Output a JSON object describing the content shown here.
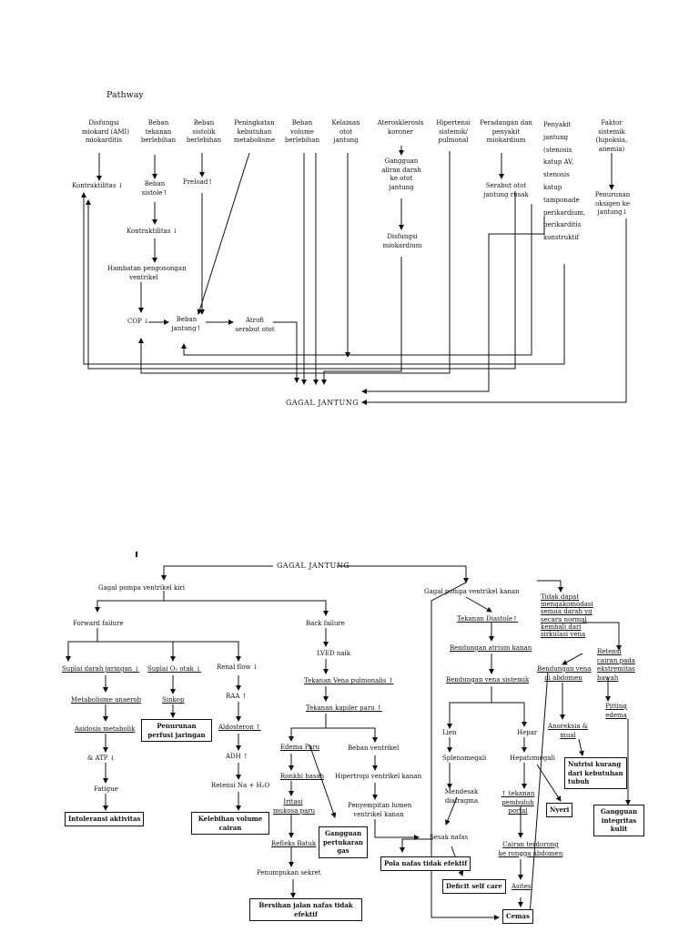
{
  "pathway": {
    "title": "Pathway",
    "causes": [
      "Disfungsi\nmiokard (AMI)\nmiokarditis",
      "Beban\ntekanan\nberlebihan",
      "Beban\nsistolik\nberlebihan",
      "Peningkatan\nkebutuhan\nmetabolisme",
      "Beban\nvolume\nberlebihan",
      "Kelainan\notot\njantung",
      "Aterosklerosis\nkoroner",
      "Hipertensi\nsistemik/\npulmonal",
      "Peradangan dan\npenyakit\nmiokardium",
      "Penyakit\njantung\n(stenosis\nkatup AV,\nstenosis\nkatup\ntamponade\nperikardium,\nperikarditis\nkonstruktif",
      "Faktor\nsistemik\n(hipoksia,\nanemia)"
    ],
    "kontraktilitas_1": "Kontraktilitas ↓",
    "beban_sistole": "Beban\nsistole↑",
    "kontraktilitas_2": "Kontraktilitas ↓",
    "hambatan": "Hambatan pengosongan\nventrikel",
    "preload": "Preload↑",
    "cop": "COP ↓",
    "beban_jantung": "Beban\njantung↑",
    "atrofi": "Atrofi\nserabut otot",
    "gangguan_aliran": "Gangguan\naliran darah\nke otot\njantung",
    "disfungsi_miokardium": "Disfungsi\nmiokardium",
    "serabut_otot": "Serabut otot\njantung rusak",
    "penurunan_oksigen": "Penurunan\noksigen ke\njantung↓",
    "gagal_jantung": "GAGAL JANTUNG"
  },
  "diagram2": {
    "gagal_jantung": "GAGAL JANTUNG",
    "left_failure": "Gagal pompa ventrikel kiri",
    "forward_failure": "Forward failure",
    "back_failure": "Back failure",
    "suplai_darah": "Suplai darah jaringan ↓",
    "metabolisme": "Metabolisme anaerob",
    "asidosis": "Asidosis metabolik",
    "atp": "& ATP ↓",
    "fatigue": "Fatigue",
    "intoleransi": "Intoleransi aktivitas",
    "suplai_o2": "Suplai O₂ otak ↓",
    "sinkop": "Sinkop",
    "penurunan_perfusi": "Penurunan\nperfusi jaringan",
    "renal_flow": "Renal flow ↓",
    "raa": "RAA ↑",
    "aldosteron": "Aldosteron ↑",
    "adh": "ADH ↑",
    "retensi": "Retensi Na + H₂O",
    "kelebihan_volume": "Kelebihan volume\ncairan",
    "lved": "LVED naik",
    "tekanan_vena": "Tekanan Vena pulmonalis ↑",
    "tekanan_kapiler": "Tekanan kapiler paru ↑",
    "edema_paru": "Edema Paru",
    "ronkhi": "Ronkhi basah",
    "iritasi": "Iritasi\nmukosa paru",
    "refleks_batuk": "Refleks Batuk",
    "penumpukan": "Penumpukan sekret",
    "bersihan": "Bersihan jalan nafas tidak\nefektif",
    "gangguan_pertukaran": "Gangguan\npertukaran\ngas",
    "beban_ventrikel": "Beban ventrikel",
    "hipertropi": "Hipertropi ventrikel kanan",
    "penyempitan": "Penyempitan lumen\nventrikel kanan",
    "right_failure": "Gagal pompa ventrikel kanan",
    "tekanan_diastole": "Tekanan Diastole↑",
    "bendungan_atrium": "Bendungan atrium kanan",
    "bendungan_vena": "Bendungan vena sistemik",
    "lien": "Lien",
    "hepar": "Hepar",
    "splenomegali": "Splenomegali",
    "hepatomegali": "Hepatomegali",
    "mendesak": "Mendesak\ndiafragma",
    "sesak": "Sesak nafas",
    "pola_nafas": "Pola nafas tidak efektif",
    "defisit": "Deficit self care",
    "tekanan_pembuluh": "↑ tekanan\npembuluh\nportal",
    "cairan_abdomen": "Cairan terdorong\nke rongga abdomen",
    "asites": "Asites",
    "cemas": "Cemas",
    "nyeri": "Nyeri",
    "tidak_dapat": "Tidak dapat\nmengakomodasi\nsemua darah yg\nsecara normal\nkembali dari\nsirkulasi vena",
    "bendungan_abdomen": "Bendungan vena\ndi abdomen",
    "anoreksia": "Anoreksia &\nmual",
    "nutrisi": "Nutrisi kurang\ndari kebutuhan\ntubuh",
    "retensi_cairan": "Retensi\ncairan pada\nekstremitas\nbawah",
    "pitting": "Pitting\nedema",
    "gangguan_integritas": "Gangguan\nintegritas\nkulit"
  }
}
